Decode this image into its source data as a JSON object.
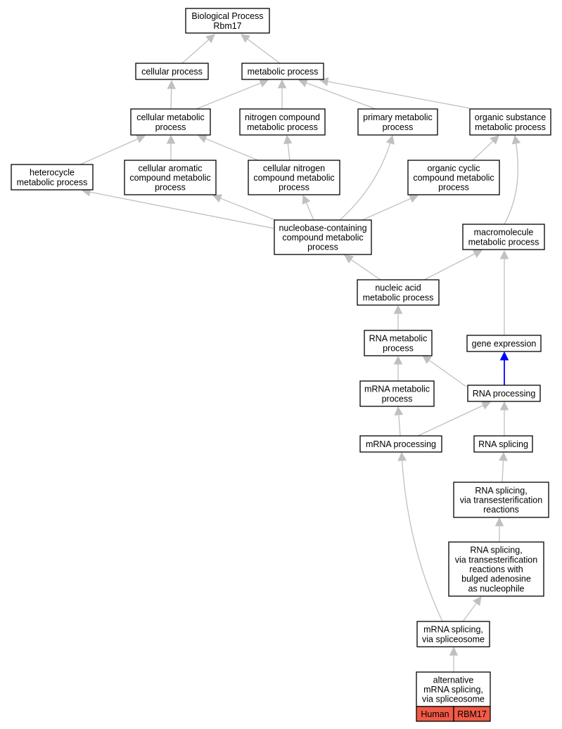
{
  "graph": {
    "nodes": [
      {
        "id": "bp",
        "lines": [
          "Biological Process",
          "Rbm17"
        ]
      },
      {
        "id": "cp",
        "lines": [
          "cellular process"
        ]
      },
      {
        "id": "mp",
        "lines": [
          "metabolic process"
        ]
      },
      {
        "id": "cmp",
        "lines": [
          "cellular metabolic",
          "process"
        ]
      },
      {
        "id": "ncmp",
        "lines": [
          "nitrogen compound",
          "metabolic process"
        ]
      },
      {
        "id": "pmp",
        "lines": [
          "primary metabolic",
          "process"
        ]
      },
      {
        "id": "osmp",
        "lines": [
          "organic substance",
          "metabolic process"
        ]
      },
      {
        "id": "hmp",
        "lines": [
          "heterocycle",
          "metabolic process"
        ]
      },
      {
        "id": "cacmp",
        "lines": [
          "cellular aromatic",
          "compound metabolic",
          "process"
        ]
      },
      {
        "id": "cncmp",
        "lines": [
          "cellular nitrogen",
          "compound metabolic",
          "process"
        ]
      },
      {
        "id": "occmp",
        "lines": [
          "organic cyclic",
          "compound metabolic",
          "process"
        ]
      },
      {
        "id": "nbcmp",
        "lines": [
          "nucleobase-containing",
          "compound metabolic",
          "process"
        ]
      },
      {
        "id": "macmp",
        "lines": [
          "macromolecule",
          "metabolic process"
        ]
      },
      {
        "id": "namp",
        "lines": [
          "nucleic acid",
          "metabolic process"
        ]
      },
      {
        "id": "rmp",
        "lines": [
          "RNA metabolic",
          "process"
        ]
      },
      {
        "id": "ge",
        "lines": [
          "gene expression"
        ]
      },
      {
        "id": "mrmp",
        "lines": [
          "mRNA metabolic",
          "process"
        ]
      },
      {
        "id": "rp",
        "lines": [
          "RNA processing"
        ]
      },
      {
        "id": "mrp",
        "lines": [
          "mRNA processing"
        ]
      },
      {
        "id": "rs",
        "lines": [
          "RNA splicing"
        ]
      },
      {
        "id": "rsvt",
        "lines": [
          "RNA splicing,",
          "via transesterification",
          "reactions"
        ]
      },
      {
        "id": "rsvtb",
        "lines": [
          "RNA splicing,",
          "via transesterification",
          "reactions with",
          "bulged adenosine",
          "as nucleophile"
        ]
      },
      {
        "id": "mrsvs",
        "lines": [
          "mRNA splicing,",
          "via spliceosome"
        ]
      },
      {
        "id": "amrsvs",
        "lines": [
          "alternative",
          "mRNA splicing,",
          "via spliceosome"
        ]
      }
    ],
    "edges": [
      {
        "from": "cp",
        "to": "bp"
      },
      {
        "from": "mp",
        "to": "bp"
      },
      {
        "from": "cmp",
        "to": "cp"
      },
      {
        "from": "cmp",
        "to": "mp"
      },
      {
        "from": "ncmp",
        "to": "mp"
      },
      {
        "from": "pmp",
        "to": "mp"
      },
      {
        "from": "osmp",
        "to": "mp"
      },
      {
        "from": "hmp",
        "to": "cmp"
      },
      {
        "from": "cacmp",
        "to": "cmp"
      },
      {
        "from": "cncmp",
        "to": "cmp"
      },
      {
        "from": "cncmp",
        "to": "ncmp"
      },
      {
        "from": "occmp",
        "to": "osmp"
      },
      {
        "from": "nbcmp",
        "to": "hmp"
      },
      {
        "from": "nbcmp",
        "to": "cacmp"
      },
      {
        "from": "nbcmp",
        "to": "cncmp"
      },
      {
        "from": "nbcmp",
        "to": "pmp"
      },
      {
        "from": "nbcmp",
        "to": "occmp"
      },
      {
        "from": "macmp",
        "to": "osmp"
      },
      {
        "from": "namp",
        "to": "nbcmp"
      },
      {
        "from": "namp",
        "to": "macmp"
      },
      {
        "from": "rmp",
        "to": "namp"
      },
      {
        "from": "ge",
        "to": "macmp"
      },
      {
        "from": "mrmp",
        "to": "rmp"
      },
      {
        "from": "rp",
        "to": "rmp"
      },
      {
        "from": "rp",
        "to": "ge",
        "highlight": true
      },
      {
        "from": "mrp",
        "to": "mrmp"
      },
      {
        "from": "mrp",
        "to": "rp"
      },
      {
        "from": "rs",
        "to": "rp"
      },
      {
        "from": "rsvt",
        "to": "rs"
      },
      {
        "from": "rsvtb",
        "to": "rsvt"
      },
      {
        "from": "mrsvs",
        "to": "rsvtb"
      },
      {
        "from": "mrsvs",
        "to": "mrp"
      },
      {
        "from": "amrsvs",
        "to": "mrsvs"
      }
    ],
    "annotation": {
      "node": "amrsvs",
      "species": "Human",
      "gene": "RBM17",
      "color": "#f15a47"
    },
    "highlight_color": "#0000ff",
    "edge_color": "#c0c0c0"
  }
}
